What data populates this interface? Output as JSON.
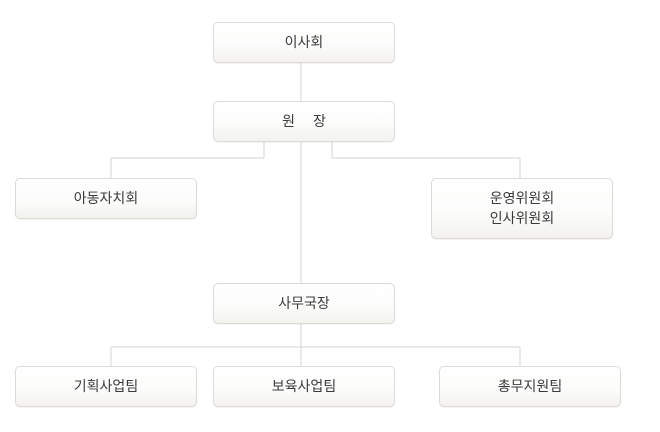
{
  "org_chart": {
    "board": "이사회",
    "director": "원장",
    "children_council": "아동자치회",
    "committees": "운영위원회\n인사위원회",
    "secretary_general": "사무국장",
    "teams": {
      "planning": "기획사업팀",
      "childcare": "보육사업팀",
      "general_affairs": "총무지원팀"
    }
  },
  "colors": {
    "connector": "#dcdcdc",
    "node_border": "#dddbd6",
    "text": "#3a3a3a"
  }
}
